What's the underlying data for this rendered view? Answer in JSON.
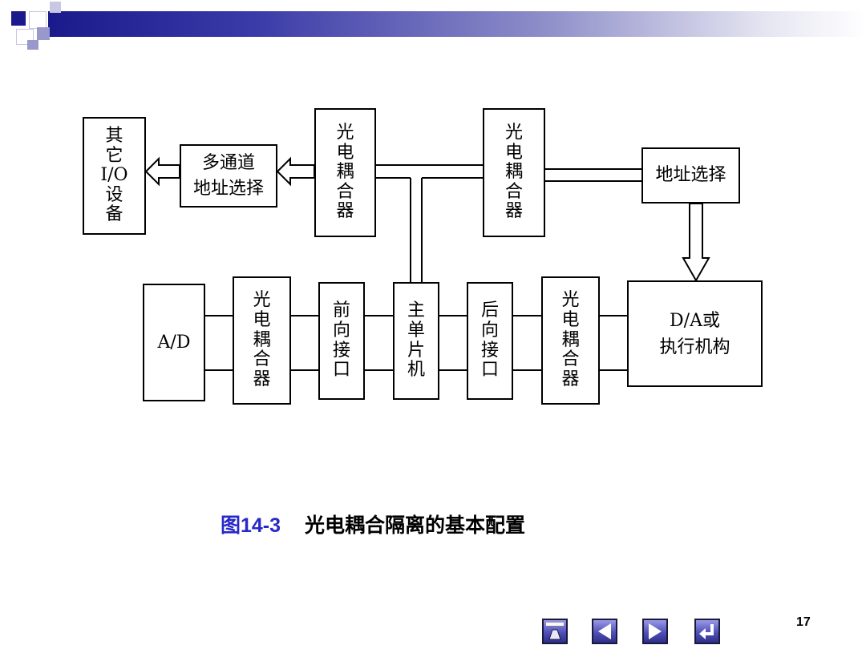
{
  "diagram": {
    "other_io": [
      "其",
      "它",
      "I/O",
      "设",
      "备"
    ],
    "mux": [
      "多通道",
      "地址选择"
    ],
    "opto1": [
      "光",
      "电",
      "耦",
      "合",
      "器"
    ],
    "opto2": [
      "光",
      "电",
      "耦",
      "合",
      "器"
    ],
    "addr_select": "地址选择",
    "ad": "A/D",
    "opto3": [
      "光",
      "电",
      "耦",
      "合",
      "器"
    ],
    "front_if": [
      "前",
      "向",
      "接",
      "口"
    ],
    "mcu": [
      "主",
      "单",
      "片",
      "机"
    ],
    "rear_if": [
      "后",
      "向",
      "接",
      "口"
    ],
    "opto4": [
      "光",
      "电",
      "耦",
      "合",
      "器"
    ],
    "da": [
      "D/A或",
      "执行机构"
    ]
  },
  "caption": {
    "label": "图14-3",
    "text": "光电耦合隔离的基本配置"
  },
  "nav": {
    "icons": [
      "home-icon",
      "prev-icon",
      "next-icon",
      "return-icon"
    ]
  },
  "page_number": "17"
}
